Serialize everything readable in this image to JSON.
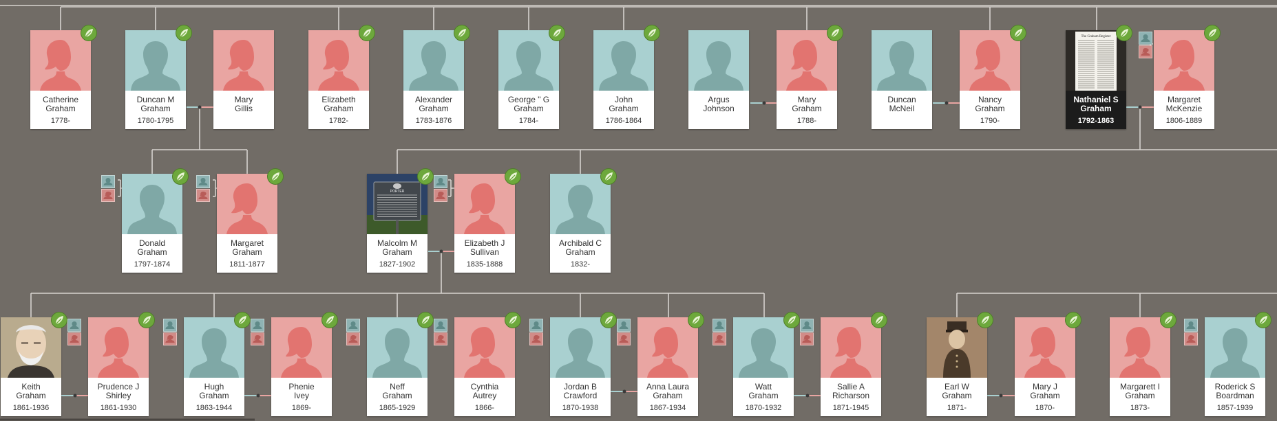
{
  "colors": {
    "background": "#716c66",
    "male": "#a9d0d0",
    "female": "#e9a5a2",
    "connector": "#d7d3cf",
    "hint_leaf": "#6da83c"
  },
  "icons": {
    "hint": "leaf-hint-icon",
    "male": "male-silhouette-icon",
    "female": "female-silhouette-icon",
    "parents": "parents-toggle-icon"
  },
  "rows": [
    {
      "people": [
        {
          "name1": "Catherine",
          "name2": "Graham",
          "years": "1778-",
          "gender": "female"
        },
        {
          "name1": "Duncan M",
          "name2": "Graham",
          "years": "1780-1795",
          "gender": "male"
        },
        {
          "name1": "Mary",
          "name2": "Gillis",
          "years": "",
          "gender": "female"
        },
        {
          "name1": "Elizabeth",
          "name2": "Graham",
          "years": "1782-",
          "gender": "female"
        },
        {
          "name1": "Alexander",
          "name2": "Graham",
          "years": "1783-1876",
          "gender": "male"
        },
        {
          "name1": "George \" G",
          "name2": "Graham",
          "years": "1784-",
          "gender": "male"
        },
        {
          "name1": "John",
          "name2": "Graham",
          "years": "1786-1864",
          "gender": "male"
        },
        {
          "name1": "Argus",
          "name2": "Johnson",
          "years": "",
          "gender": "male"
        },
        {
          "name1": "Mary",
          "name2": "Graham",
          "years": "1788-",
          "gender": "female"
        },
        {
          "name1": "Duncan",
          "name2": "McNeil",
          "years": "",
          "gender": "male"
        },
        {
          "name1": "Nancy",
          "name2": "Graham",
          "years": "1790-",
          "gender": "female"
        },
        {
          "name1": "Nathaniel S",
          "name2": "Graham",
          "years": "1792-1863",
          "gender": "male",
          "photo": "document"
        },
        {
          "name1": "Margaret",
          "name2": "McKenzie",
          "years": "1806-1889",
          "gender": "female"
        }
      ]
    },
    {
      "people": [
        {
          "name1": "Donald",
          "name2": "Graham",
          "years": "1797-1874",
          "gender": "male"
        },
        {
          "name1": "Margaret",
          "name2": "Graham",
          "years": "1811-1877",
          "gender": "female"
        },
        {
          "name1": "Malcolm M",
          "name2": "Graham",
          "years": "1827-1902",
          "gender": "male",
          "photo": "marker"
        },
        {
          "name1": "Elizabeth J",
          "name2": "Sullivan",
          "years": "1835-1888",
          "gender": "female"
        },
        {
          "name1": "Archibald C",
          "name2": "Graham",
          "years": "1832-",
          "gender": "male"
        }
      ]
    },
    {
      "people": [
        {
          "name1": "Keith",
          "name2": "Graham",
          "years": "1861-1936",
          "gender": "male",
          "photo": "portrait"
        },
        {
          "name1": "Prudence J",
          "name2": "Shirley",
          "years": "1861-1930",
          "gender": "female"
        },
        {
          "name1": "Hugh",
          "name2": "Graham",
          "years": "1863-1944",
          "gender": "male"
        },
        {
          "name1": "Phenie",
          "name2": "Ivey",
          "years": "1869-",
          "gender": "female"
        },
        {
          "name1": "Neff",
          "name2": "Graham",
          "years": "1865-1929",
          "gender": "male"
        },
        {
          "name1": "Cynthia",
          "name2": "Autrey",
          "years": "1866-",
          "gender": "female"
        },
        {
          "name1": "Jordan B",
          "name2": "Crawford",
          "years": "1870-1938",
          "gender": "male"
        },
        {
          "name1": "Anna Laura",
          "name2": "Graham",
          "years": "1867-1934",
          "gender": "female"
        },
        {
          "name1": "Watt",
          "name2": "Graham",
          "years": "1870-1932",
          "gender": "male"
        },
        {
          "name1": "Sallie A",
          "name2": "Richarson",
          "years": "1871-1945",
          "gender": "female"
        },
        {
          "name1": "Earl W",
          "name2": "Graham",
          "years": "1871-",
          "gender": "male",
          "photo": "soldier"
        },
        {
          "name1": "Mary J",
          "name2": "Graham",
          "years": "1870-",
          "gender": "female"
        },
        {
          "name1": "Margarett I",
          "name2": "Graham",
          "years": "1873-",
          "gender": "female"
        },
        {
          "name1": "Roderick S",
          "name2": "Boardman",
          "years": "1857-1939",
          "gender": "male"
        }
      ]
    }
  ]
}
